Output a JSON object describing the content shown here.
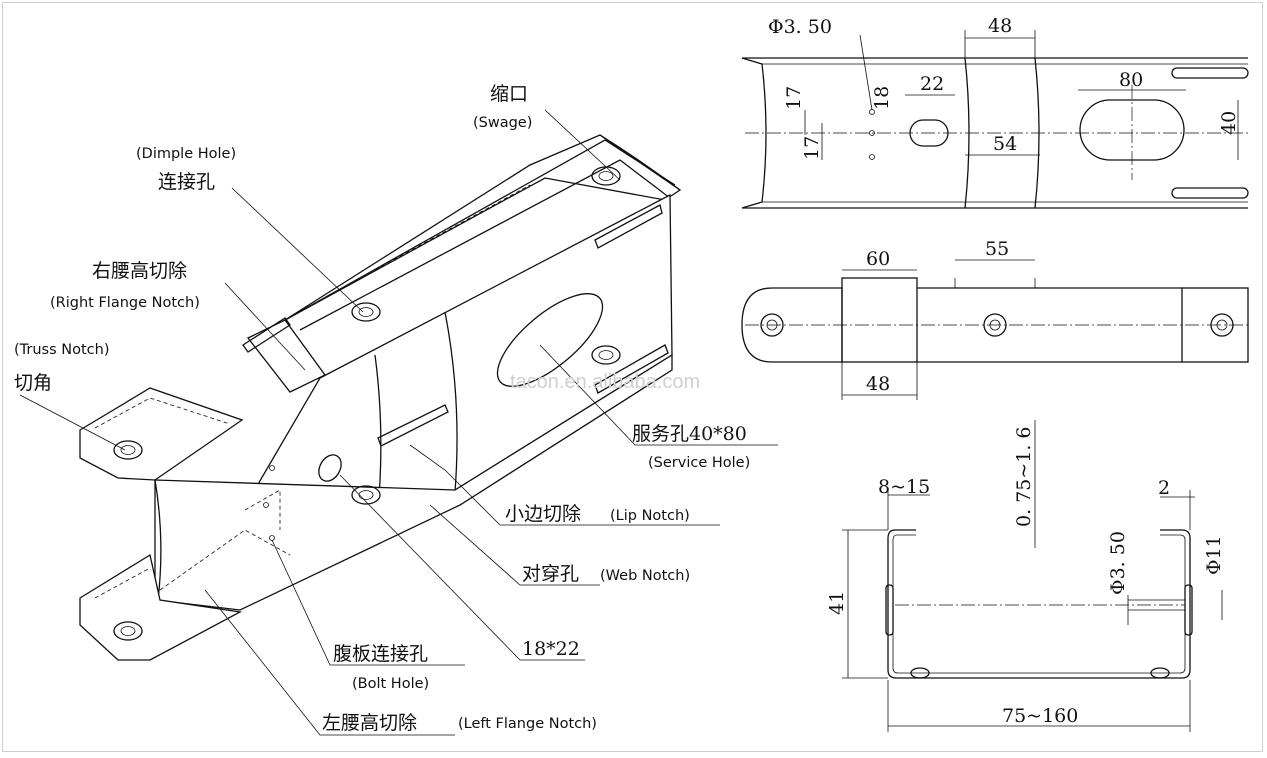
{
  "labels": {
    "swage_cn": "缩口",
    "swage_en": "(Swage)",
    "dimple_en": "(Dimple Hole)",
    "dimple_cn": "连接孔",
    "right_flange_cn": "右腰高切除",
    "right_flange_en": "(Right Flange Notch)",
    "truss_en": "(Truss Notch)",
    "truss_cn": "切角",
    "service_cn": "服务孔40*80",
    "service_en": "(Service Hole)",
    "lip_cn": "小边切除",
    "lip_en": "(Lip Notch)",
    "web_cn": "对穿孔",
    "web_en": "(Web Notch)",
    "slot_size": "18*22",
    "bolt_cn": "腹板连接孔",
    "bolt_en": "(Bolt Hole)",
    "left_flange_cn": "左腰高切除",
    "left_flange_en": "(Left Flange Notch)"
  },
  "watermark": "tacon.en.alibaba.com",
  "dimensions": {
    "top_view": {
      "hole_dia": "Φ3. 50",
      "swage_width": "48",
      "v17a": "17",
      "v18": "18",
      "v17b": "17",
      "slot_w": "22",
      "swage_inner": "54",
      "service_len": "80",
      "service_h": "40"
    },
    "side_view": {
      "w60": "60",
      "w55": "55",
      "w48": "48"
    },
    "section": {
      "lip": "8~15",
      "thickness": "0. 75~1. 6",
      "lip_gap": "2",
      "hole": "Φ3. 50",
      "dimple": "Φ11",
      "height": "41",
      "width": "75~160"
    }
  }
}
